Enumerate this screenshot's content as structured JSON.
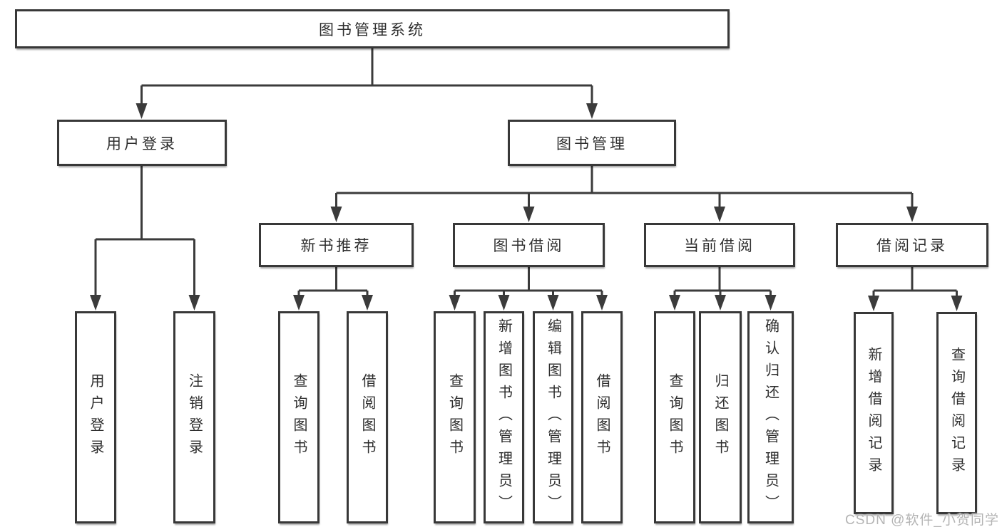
{
  "diagram": {
    "root": {
      "label": "图书管理系统",
      "children": [
        {
          "label": "用户登录",
          "children": [
            {
              "label": "用户登录"
            },
            {
              "label": "注销登录"
            }
          ]
        },
        {
          "label": "图书管理",
          "children": [
            {
              "label": "新书推荐",
              "children": [
                {
                  "label": "查询图书"
                },
                {
                  "label": "借阅图书"
                }
              ]
            },
            {
              "label": "图书借阅",
              "children": [
                {
                  "label": "查询图书"
                },
                {
                  "label": "新增图书（管理员）"
                },
                {
                  "label": "编辑图书（管理员）"
                },
                {
                  "label": "借阅图书"
                }
              ]
            },
            {
              "label": "当前借阅",
              "children": [
                {
                  "label": "查询图书"
                },
                {
                  "label": "归还图书"
                },
                {
                  "label": "确认归还（管理员）"
                }
              ]
            },
            {
              "label": "借阅记录",
              "children": [
                {
                  "label": "新增借阅记录"
                },
                {
                  "label": "查询借阅记录"
                }
              ]
            }
          ]
        }
      ]
    }
  },
  "watermark": {
    "text": "CSDN @软件_小贺同学"
  },
  "colors": {
    "line": "#3b3b3b",
    "box_border": "#383838",
    "text": "#2e2e2e",
    "watermark": "#b4b4b4",
    "background": "#ffffff"
  }
}
